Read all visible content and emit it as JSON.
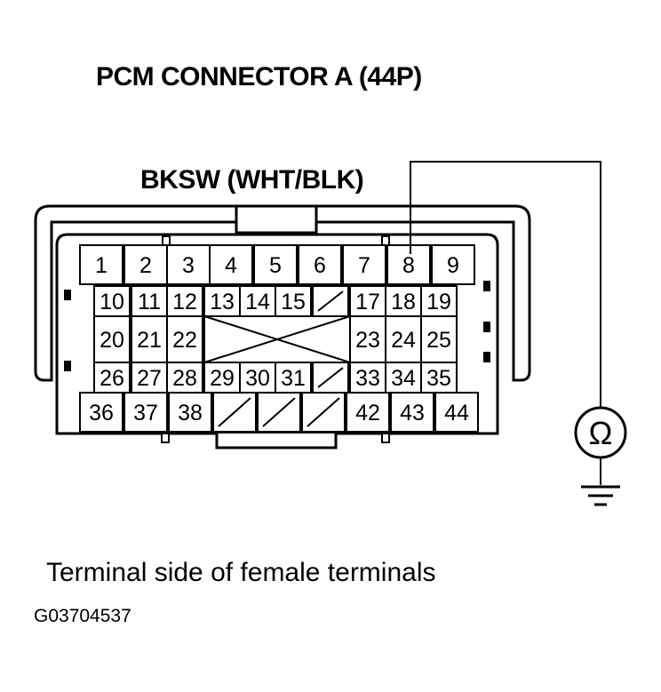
{
  "title": "PCM CONNECTOR A (44P)",
  "wire_label": "BKSW (WHT/BLK)",
  "caption": "Terminal side of female terminals",
  "figure_id": "G03704537",
  "meter_symbol": "Ω",
  "terminals": [
    "1",
    "2",
    "3",
    "4",
    "5",
    "6",
    "7",
    "8",
    "9",
    "10",
    "11",
    "12",
    "13",
    "14",
    "15",
    "17",
    "18",
    "19",
    "20",
    "21",
    "22",
    "23",
    "24",
    "25",
    "26",
    "27",
    "28",
    "29",
    "30",
    "31",
    "33",
    "34",
    "35",
    "36",
    "37",
    "38",
    "42",
    "43",
    "44"
  ]
}
